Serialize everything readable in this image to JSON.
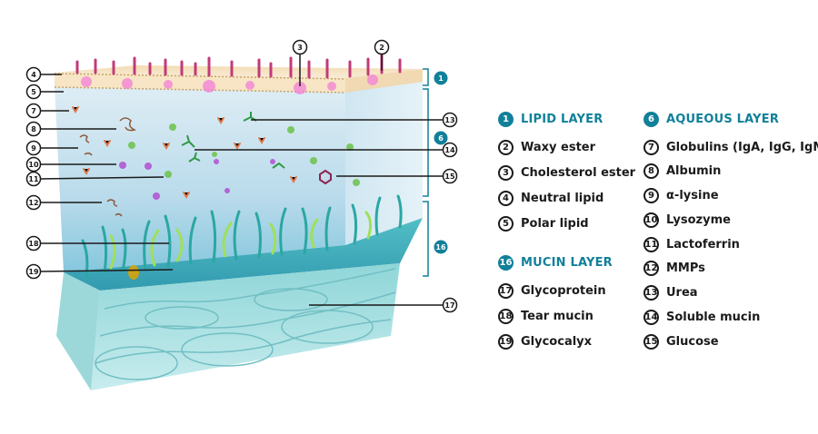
{
  "diagram": {
    "accent_color": "#11809a",
    "legend": {
      "col1": [
        {
          "num": "1",
          "label": "LIPID LAYER",
          "heading": true
        },
        {
          "num": "2",
          "label": "Waxy ester"
        },
        {
          "num": "3",
          "label": "Cholesterol ester"
        },
        {
          "num": "4",
          "label": "Neutral lipid"
        },
        {
          "num": "5",
          "label": "Polar lipid"
        },
        {
          "num": "16",
          "label": "MUCIN LAYER",
          "heading": true
        },
        {
          "num": "17",
          "label": "Glycoprotein"
        },
        {
          "num": "18",
          "label": "Tear mucin"
        },
        {
          "num": "19",
          "label": "Glycocalyx"
        }
      ],
      "col2": [
        {
          "num": "6",
          "label": "AQUEOUS LAYER",
          "heading": true
        },
        {
          "num": "7",
          "label": "Globulins (IgA, IgG, IgM)"
        },
        {
          "num": "8",
          "label": "Albumin"
        },
        {
          "num": "9",
          "label": "α-lysine"
        },
        {
          "num": "10",
          "label": "Lysozyme"
        },
        {
          "num": "11",
          "label": "Lactoferrin"
        },
        {
          "num": "12",
          "label": "MMPs"
        },
        {
          "num": "13",
          "label": "Urea"
        },
        {
          "num": "14",
          "label": "Soluble mucin"
        },
        {
          "num": "15",
          "label": "Glucose"
        }
      ]
    },
    "callouts": {
      "c2": "2",
      "c3": "3",
      "c4": "4",
      "c5": "5",
      "c7": "7",
      "c8": "8",
      "c9": "9",
      "c10": "10",
      "c11": "11",
      "c12": "12",
      "c13": "13",
      "c14": "14",
      "c15": "15",
      "c17": "17",
      "c18": "18",
      "c19": "19",
      "b1": "1",
      "b6": "6",
      "b16": "16"
    }
  }
}
